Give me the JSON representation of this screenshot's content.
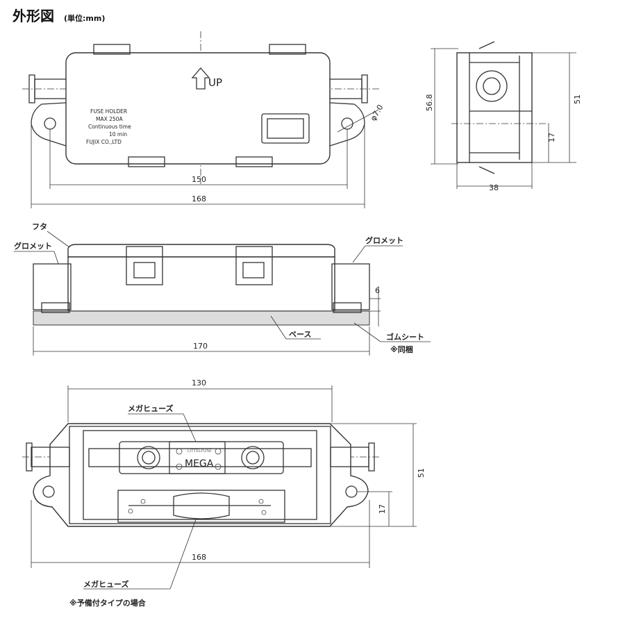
{
  "header": {
    "title": "外形図",
    "unit": "(単位:mm)"
  },
  "top_view": {
    "up_label": "UP",
    "label_lines": [
      "FUSE HOLDER",
      "MAX 250A",
      "Continuous time",
      "10 min",
      "FUJIX CO.,LTD"
    ],
    "hole_label": "φ7.0",
    "dim_inner": "150",
    "dim_outer": "168"
  },
  "side_view": {
    "dim_height": "56.8",
    "dim_inner": "51",
    "dim_offset": "17",
    "dim_depth": "38"
  },
  "front_view": {
    "lid_label": "フタ",
    "grommet_left": "グロメット",
    "grommet_right": "グロメット",
    "dim_base": "6",
    "dim_width": "170",
    "base_label": "ベース",
    "rubber_label": "ゴムシート",
    "rubber_note": "※同梱"
  },
  "open_view": {
    "dim_top": "130",
    "fuse_label": "メガヒューズ",
    "fuse_brand": "LITTELFUSE",
    "fuse_model": "MEGA",
    "dim_height": "51",
    "dim_offset": "17",
    "dim_width": "168",
    "spare_label": "メガヒューズ",
    "spare_note": "※予備付タイプの場合"
  }
}
